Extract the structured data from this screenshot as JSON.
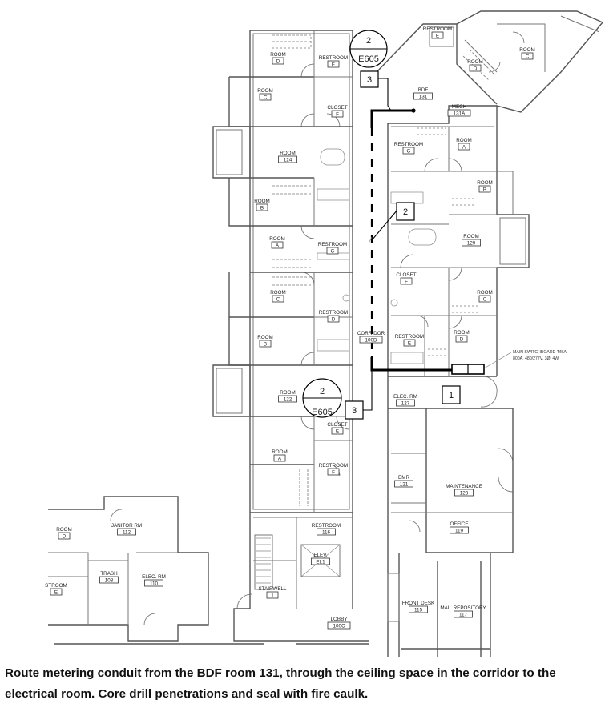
{
  "rooms": [
    {
      "id": "room-d-top",
      "name": "ROOM",
      "number": "D"
    },
    {
      "id": "restroom-e-top",
      "name": "RESTROOM",
      "number": "E"
    },
    {
      "id": "room-c-top",
      "name": "ROOM",
      "number": "C"
    },
    {
      "id": "closet-f-top",
      "name": "CLOSET",
      "number": "F"
    },
    {
      "id": "room-124",
      "name": "ROOM",
      "number": "124"
    },
    {
      "id": "room-b-left",
      "name": "ROOM",
      "number": "B"
    },
    {
      "id": "room-a-left",
      "name": "ROOM",
      "number": "A"
    },
    {
      "id": "restroom-g-left",
      "name": "RESTROOM",
      "number": "G"
    },
    {
      "id": "room-c-left",
      "name": "ROOM",
      "number": "C"
    },
    {
      "id": "restroom-d-left",
      "name": "RESTROOM",
      "number": "D"
    },
    {
      "id": "room-b-left2",
      "name": "ROOM",
      "number": "B"
    },
    {
      "id": "corridor-100d",
      "name": "CORRIDOR",
      "number": "100D"
    },
    {
      "id": "room-122",
      "name": "ROOM",
      "number": "122"
    },
    {
      "id": "closet-e-left",
      "name": "CLOSET",
      "number": "E"
    },
    {
      "id": "room-a-lower",
      "name": "ROOM",
      "number": "A"
    },
    {
      "id": "restroom-f-lower",
      "name": "RESTROOM",
      "number": "F"
    },
    {
      "id": "restroom-e-far",
      "name": "RESTROOM",
      "number": "E"
    },
    {
      "id": "room-c-far",
      "name": "ROOM",
      "number": "C"
    },
    {
      "id": "room-d-far",
      "name": "ROOM",
      "number": "D"
    },
    {
      "id": "bdf-131",
      "name": "BDF",
      "number": "131"
    },
    {
      "id": "mech-131a",
      "name": "MECH",
      "number": "131A"
    },
    {
      "id": "restroom-g-right",
      "name": "RESTROOM",
      "number": "G"
    },
    {
      "id": "room-a-right",
      "name": "ROOM",
      "number": "A"
    },
    {
      "id": "room-b-right",
      "name": "ROOM",
      "number": "B"
    },
    {
      "id": "room-129",
      "name": "ROOM",
      "number": "129"
    },
    {
      "id": "closet-f-right",
      "name": "CLOSET",
      "number": "F"
    },
    {
      "id": "room-c-right",
      "name": "ROOM",
      "number": "C"
    },
    {
      "id": "restroom-e-right",
      "name": "RESTROOM",
      "number": "E"
    },
    {
      "id": "room-d-right",
      "name": "ROOM",
      "number": "D"
    },
    {
      "id": "elec-127",
      "name": "ELEC. RM",
      "number": "127"
    },
    {
      "id": "emr-121",
      "name": "EMR",
      "number": "121"
    },
    {
      "id": "maintenance-123",
      "name": "MAINTENANCE",
      "number": "123"
    },
    {
      "id": "office-119",
      "name": "OFFICE",
      "number": "119"
    },
    {
      "id": "restroom-116",
      "name": "RESTROOM",
      "number": "116"
    },
    {
      "id": "elev-el1",
      "name": "ELEV.",
      "number": "EL1"
    },
    {
      "id": "stairwell-1",
      "name": "STAIRWELL",
      "number": "1"
    },
    {
      "id": "lobby-100c",
      "name": "LOBBY",
      "number": "100C"
    },
    {
      "id": "front-desk-115",
      "name": "FRONT DESK",
      "number": "115"
    },
    {
      "id": "mail-117",
      "name": "MAIL REPOSITORY",
      "number": "117"
    },
    {
      "id": "janitor-112",
      "name": "JANITOR RM",
      "number": "112"
    },
    {
      "id": "room-d-bl",
      "name": "ROOM",
      "number": "D"
    },
    {
      "id": "trash-108",
      "name": "TRASH",
      "number": "108"
    },
    {
      "id": "elec-110",
      "name": "ELEC. RM",
      "number": "110"
    },
    {
      "id": "restroom-e-bl",
      "name": "STROOM",
      "number": "E"
    }
  ],
  "detail_tags": [
    {
      "id": "tag-top",
      "detail": "2",
      "sheet": "E605"
    },
    {
      "id": "tag-bottom",
      "detail": "2",
      "sheet": "E605"
    }
  ],
  "keynotes": [
    {
      "id": "key-3-top",
      "text": "3"
    },
    {
      "id": "key-2-mid",
      "text": "2"
    },
    {
      "id": "key-3-bottom",
      "text": "3"
    },
    {
      "id": "key-1",
      "text": "1"
    }
  ],
  "switchboard_note": {
    "line1": "MAIN SWITCHBOARD 'MSA'",
    "line2": "800A, 480/277V, 3Ø, 4W"
  },
  "caption": "Route metering conduit from the BDF room 131, through the ceiling space in the corridor to the electrical room.  Core drill penetrations and seal with fire caulk."
}
